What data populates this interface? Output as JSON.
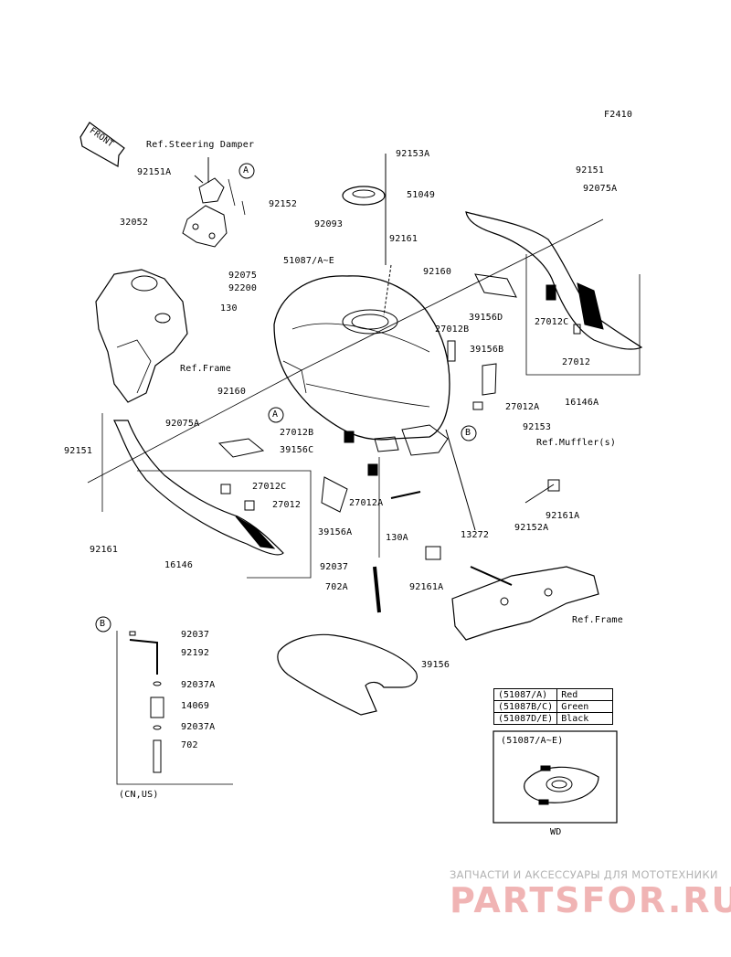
{
  "figure_id": "F2410",
  "front_label": "FRONT",
  "labels": {
    "ref_steering_damper": "Ref.Steering Damper",
    "ref_frame_left": "Ref.Frame",
    "ref_frame_right": "Ref.Frame",
    "ref_muffler": "Ref.Muffler(s)",
    "p92151A": "92151A",
    "p92152": "92152",
    "p32052": "32052",
    "p92075": "92075",
    "p92200": "92200",
    "p130": "130",
    "p92153A": "92153A",
    "p51049": "51049",
    "p92093": "92093",
    "p92161_top": "92161",
    "p51087": "51087/A~E",
    "p92160_r": "92160",
    "p92151_r": "92151",
    "p92075A_r": "92075A",
    "p39156D": "39156D",
    "p27012B_top": "27012B",
    "p39156B": "39156B",
    "p27012C_r": "27012C",
    "p27012_r": "27012",
    "p16146A": "16146A",
    "p27012A_r": "27012A",
    "p92160_l": "92160",
    "p92075A_l": "92075A",
    "p92151_l": "92151",
    "p27012B_mid": "27012B",
    "p39156C": "39156C",
    "p27012C_l": "27012C",
    "p27012_l": "27012",
    "p92161_l": "92161",
    "p16146": "16146",
    "p27012A_mid": "27012A",
    "p39156A": "39156A",
    "p130A": "130A",
    "p92153": "92153",
    "p92152A": "92152A",
    "p92161A_r": "92161A",
    "p13272": "13272",
    "p92037": "92037",
    "p702A": "702A",
    "p92161A_b": "92161A",
    "p39156": "39156",
    "b_92037": "92037",
    "b_92192": "92192",
    "b_92037A_1": "92037A",
    "b_14069": "14069",
    "b_92037A_2": "92037A",
    "b_702": "702",
    "b_cn_us": "(CN,US)",
    "wd_box_title": "(51087/A~E)",
    "wd": "WD",
    "circle_a": "A",
    "circle_b": "B"
  },
  "color_table": [
    {
      "code": "(51087/A)",
      "color": "Red"
    },
    {
      "code": "(51087B/C)",
      "color": "Green"
    },
    {
      "code": "(51087D/E)",
      "color": "Black"
    }
  ],
  "watermark": {
    "line1": "ЗАПЧАСТИ И АКСЕССУАРЫ ДЛЯ МОТОТЕХНИКИ",
    "line2": "PARTSFOR.RU"
  },
  "colors": {
    "ink": "#000000",
    "watermark_red": "#f0b4b4",
    "watermark_grey": "#b3b3b3"
  }
}
